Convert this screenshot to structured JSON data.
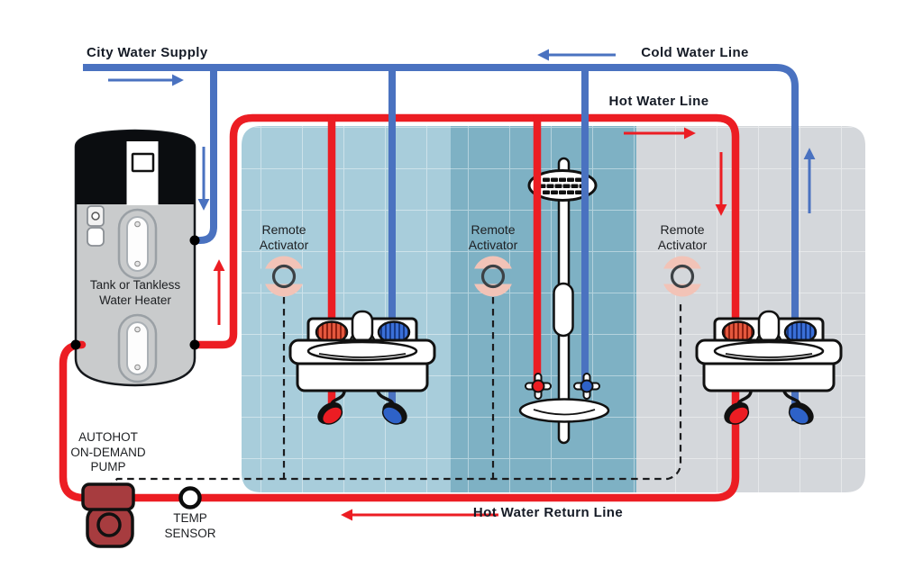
{
  "colors": {
    "hot": "#ec1d23",
    "cold": "#4a72c0",
    "room1": "#a8cddb",
    "room2": "#7eb1c4",
    "room3": "#d4d7db",
    "pump": "#a73c3f",
    "activator": "#f2c3b7",
    "ink": "#151b26"
  },
  "labels": {
    "city_water_supply": "City Water Supply",
    "cold_water_line": "Cold Water Line",
    "hot_water_line": "Hot Water Line",
    "hot_water_return_line": "Hot Water Return Line"
  },
  "heater": {
    "label_line1": "Tank or Tankless",
    "label_line2": "Water Heater"
  },
  "pump": {
    "label_line1": "AUTOHOT",
    "label_line2": "ON-DEMAND",
    "label_line3": "PUMP"
  },
  "temp_sensor": {
    "label_line1": "TEMP",
    "label_line2": "SENSOR"
  },
  "remote_activators": [
    {
      "label_line1": "Remote",
      "label_line2": "Activator"
    },
    {
      "label_line1": "Remote",
      "label_line2": "Activator"
    },
    {
      "label_line1": "Remote",
      "label_line2": "Activator"
    }
  ]
}
